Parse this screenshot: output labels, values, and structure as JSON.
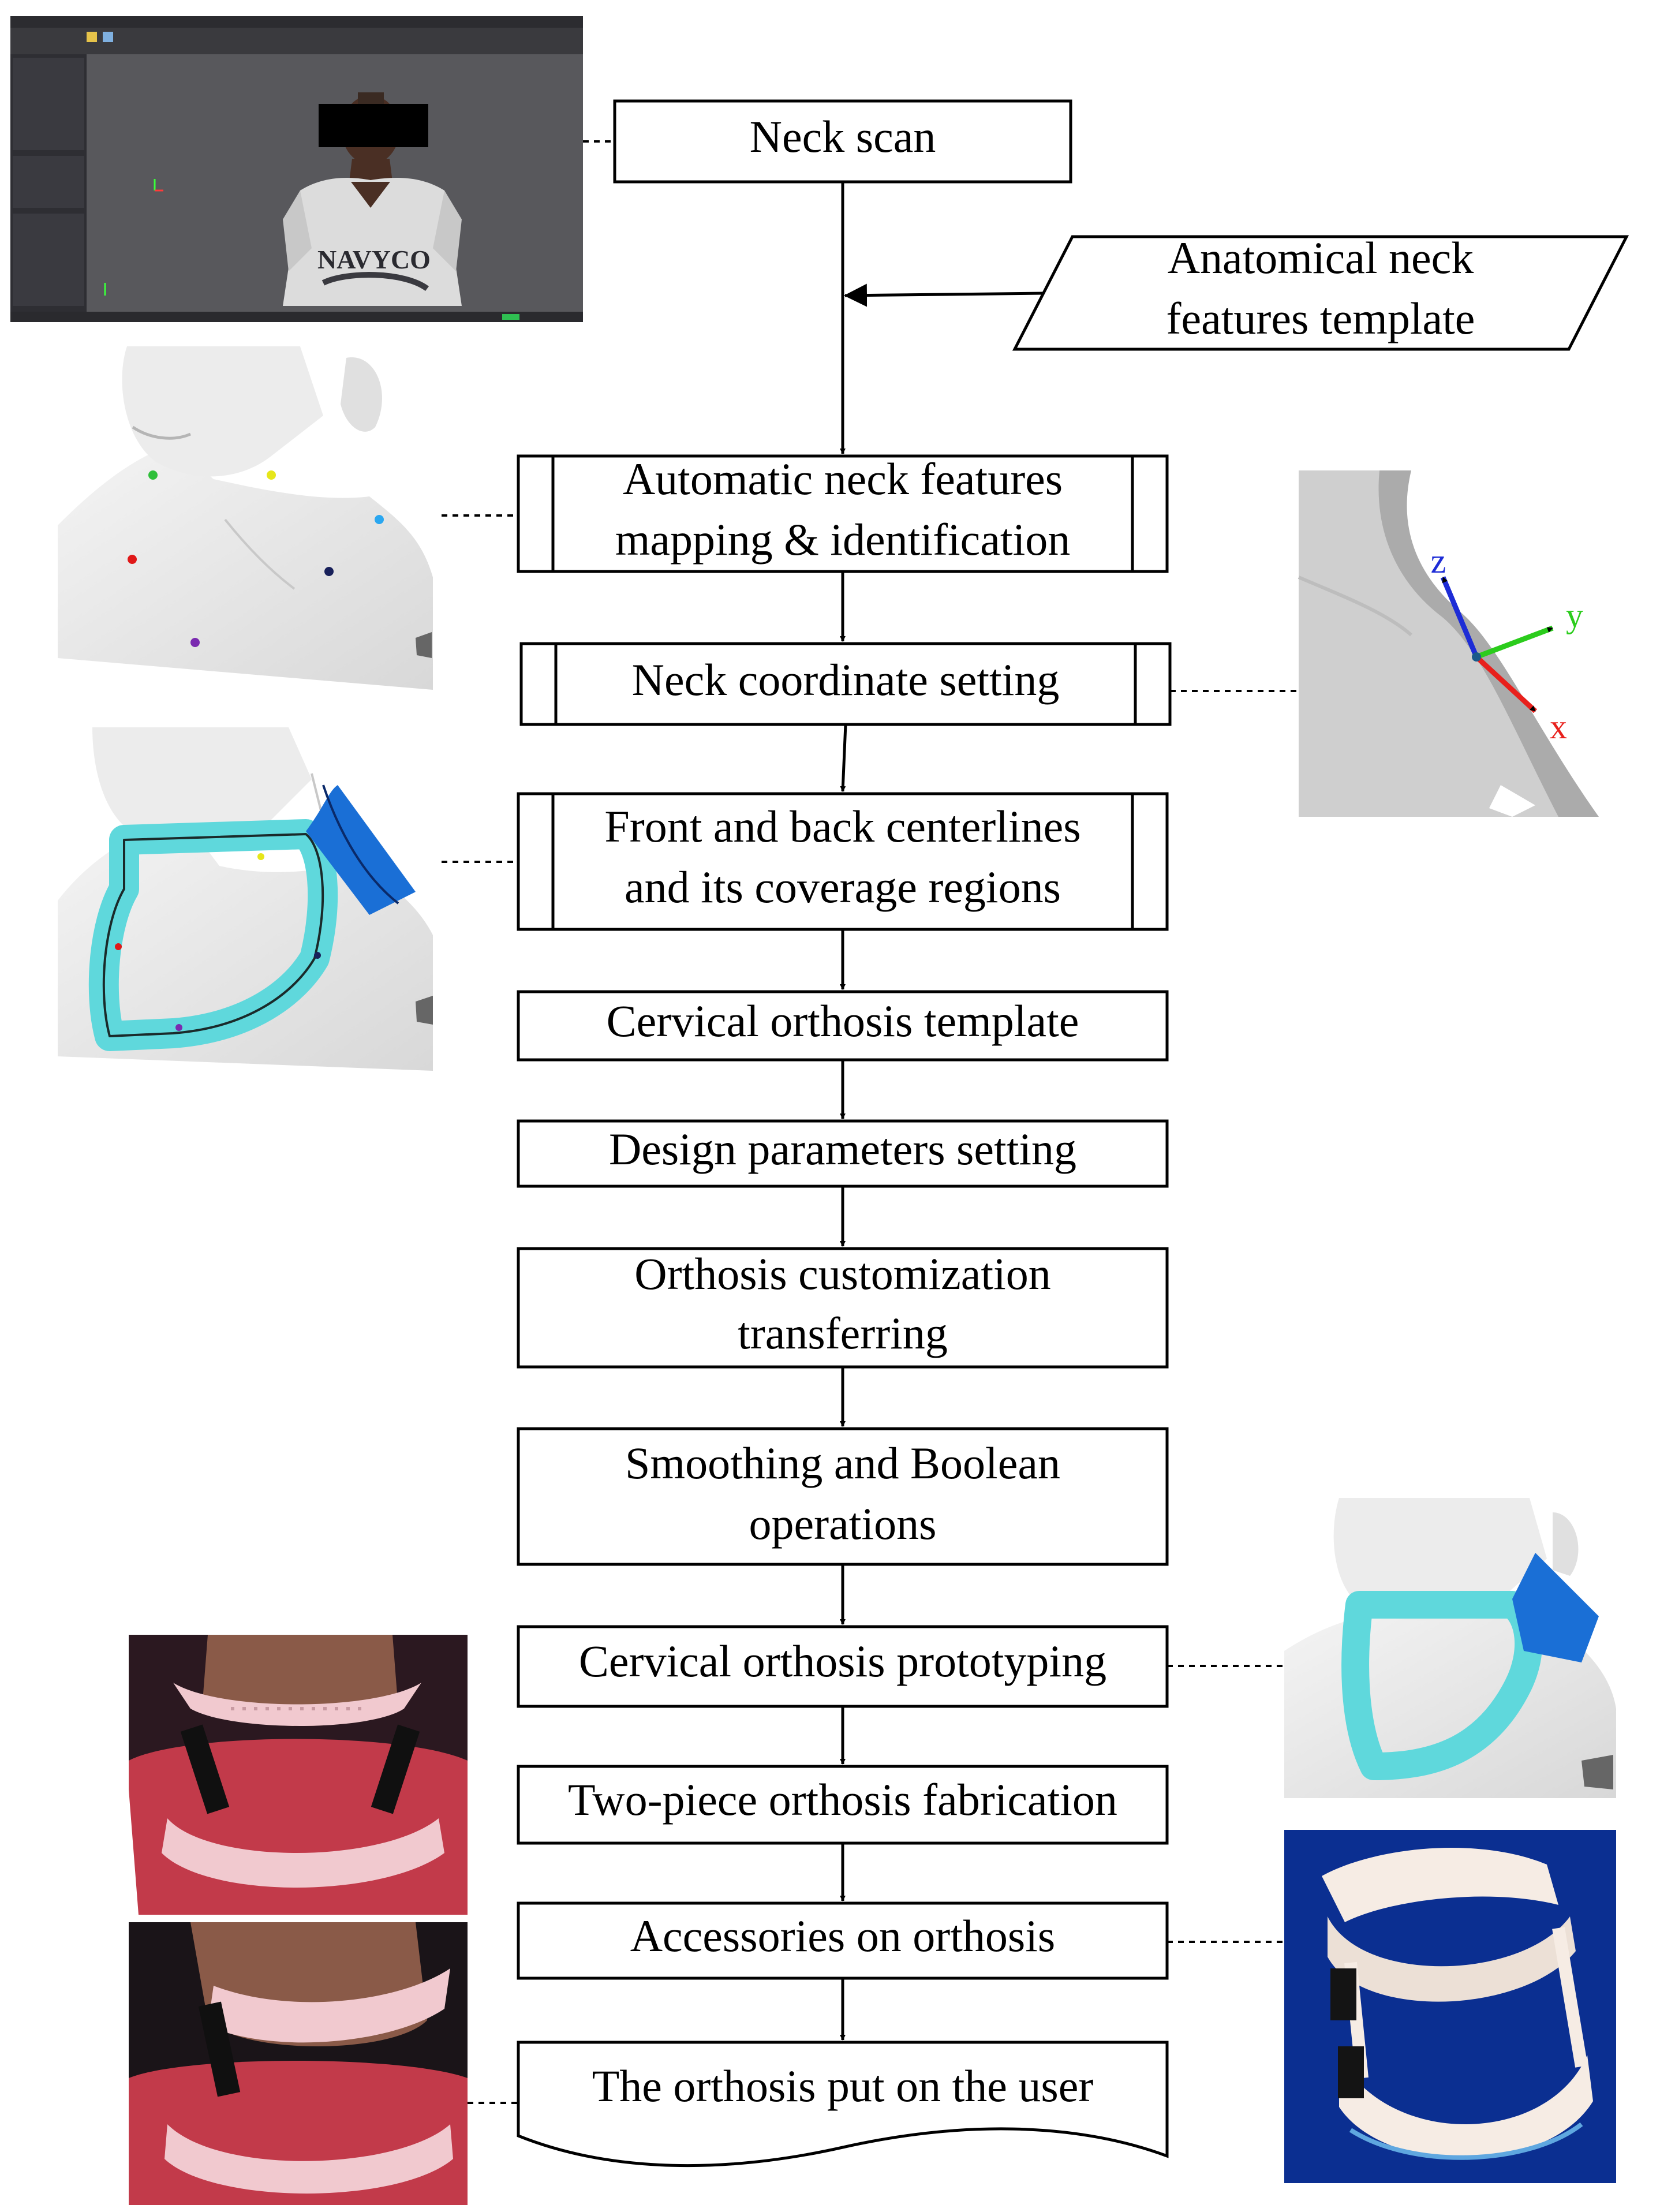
{
  "diagram": {
    "nodes": [
      {
        "id": "neck-scan",
        "lines": [
          "Neck scan"
        ],
        "shape": "process"
      },
      {
        "id": "anatomical-template",
        "lines": [
          "Anatomical neck",
          "features template"
        ],
        "shape": "data"
      },
      {
        "id": "auto-mapping",
        "lines": [
          "Automatic neck features",
          "mapping & identification"
        ],
        "shape": "predefined-process"
      },
      {
        "id": "coordinate-setting",
        "lines": [
          "Neck coordinate setting"
        ],
        "shape": "predefined-process"
      },
      {
        "id": "centerlines",
        "lines": [
          "Front and back centerlines",
          "and its coverage regions"
        ],
        "shape": "predefined-process"
      },
      {
        "id": "orthosis-template",
        "lines": [
          "Cervical orthosis template"
        ],
        "shape": "process"
      },
      {
        "id": "design-params",
        "lines": [
          "Design parameters setting"
        ],
        "shape": "process"
      },
      {
        "id": "customization",
        "lines": [
          "Orthosis customization",
          "transferring"
        ],
        "shape": "process"
      },
      {
        "id": "smoothing",
        "lines": [
          "Smoothing and Boolean",
          "operations"
        ],
        "shape": "process"
      },
      {
        "id": "prototyping",
        "lines": [
          "Cervical orthosis prototyping"
        ],
        "shape": "process"
      },
      {
        "id": "fabrication",
        "lines": [
          "Two-piece orthosis fabrication"
        ],
        "shape": "process"
      },
      {
        "id": "accessories",
        "lines": [
          "Accessories on orthosis"
        ],
        "shape": "process"
      },
      {
        "id": "put-on",
        "lines": [
          "The orthosis put on the user"
        ],
        "shape": "document"
      }
    ],
    "edges": [
      [
        "neck-scan",
        "auto-mapping"
      ],
      [
        "anatomical-template",
        "neck-scan>auto-mapping"
      ],
      [
        "auto-mapping",
        "coordinate-setting"
      ],
      [
        "coordinate-setting",
        "centerlines"
      ],
      [
        "centerlines",
        "orthosis-template"
      ],
      [
        "orthosis-template",
        "design-params"
      ],
      [
        "design-params",
        "customization"
      ],
      [
        "customization",
        "smoothing"
      ],
      [
        "smoothing",
        "prototyping"
      ],
      [
        "prototyping",
        "fabrication"
      ],
      [
        "fabrication",
        "accessories"
      ],
      [
        "accessories",
        "put-on"
      ]
    ],
    "axis_labels": {
      "x": "x",
      "y": "y",
      "z": "z"
    },
    "shirt_text": "NAVYCO",
    "colors": {
      "line": "#000000",
      "coverage_front": "#5fd8dc",
      "coverage_back": "#1a6fd6",
      "skin_model": "#e9e9e9",
      "orthosis_pink": "#f1c9cf",
      "photo_backdrop": "#0b2f91",
      "axis_x": "#e8201c",
      "axis_y": "#2bcc1c",
      "axis_z": "#1d2cd6",
      "software_bg": "#58585c"
    }
  }
}
